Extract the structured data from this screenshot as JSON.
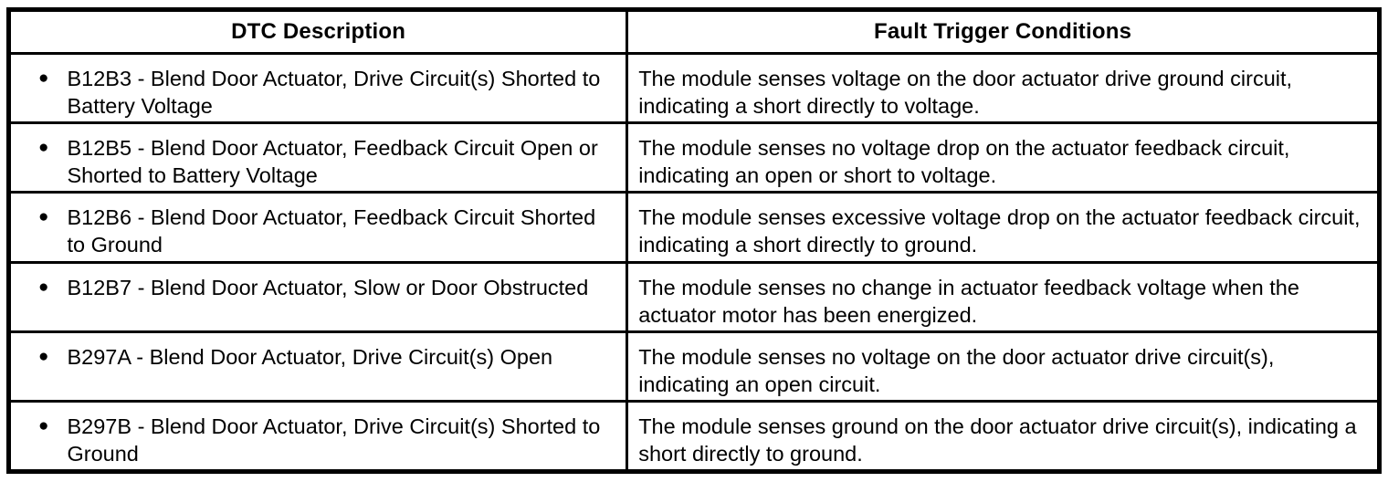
{
  "document": {
    "type": "diagnostic-trouble-code-table",
    "colors": {
      "border": "#000000",
      "background": "#ffffff",
      "text": "#000000"
    },
    "icons": {
      "bullet_icon": "●"
    },
    "table": {
      "headers": {
        "dtc": "DTC Description",
        "fault": "Fault Trigger Conditions"
      },
      "rows": [
        {
          "dtc": "B12B3 - Blend Door Actuator, Drive Circuit(s) Shorted to Battery Voltage",
          "fault": "The module senses voltage on the door actuator drive ground circuit, indicating a short directly to voltage."
        },
        {
          "dtc": "B12B5 - Blend Door Actuator, Feedback Circuit Open or Shorted to Battery Voltage",
          "fault": "The module senses no voltage drop on the actuator feedback circuit, indicating an open or short to voltage."
        },
        {
          "dtc": "B12B6 - Blend Door Actuator, Feedback Circuit Shorted to Ground",
          "fault": "The module senses excessive voltage drop on the actuator feedback circuit, indicating a short directly to ground."
        },
        {
          "dtc": "B12B7 - Blend Door Actuator, Slow or Door Obstructed",
          "fault": "The module senses no change in actuator feedback voltage when the actuator motor has been energized."
        },
        {
          "dtc": "B297A - Blend Door Actuator, Drive Circuit(s) Open",
          "fault": "The module senses no voltage on the door actuator drive circuit(s), indicating an open circuit."
        },
        {
          "dtc": "B297B - Blend Door Actuator, Drive Circuit(s) Shorted to Ground",
          "fault": "The module senses ground on the door actuator drive circuit(s), indicating a short directly to ground."
        }
      ]
    }
  }
}
